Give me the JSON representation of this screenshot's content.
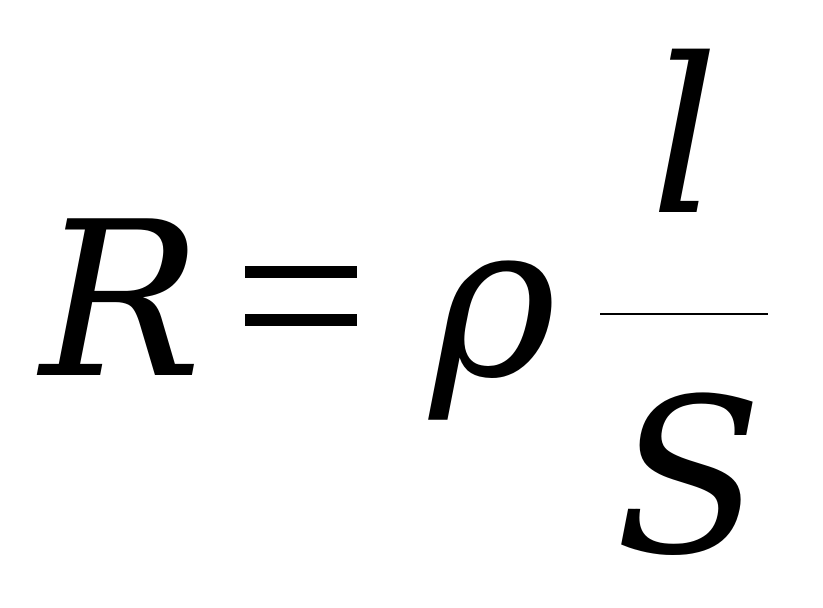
{
  "formula": {
    "lhs": "R",
    "equals": "=",
    "coefficient": "ρ",
    "numerator": "l",
    "denominator": "S"
  }
}
